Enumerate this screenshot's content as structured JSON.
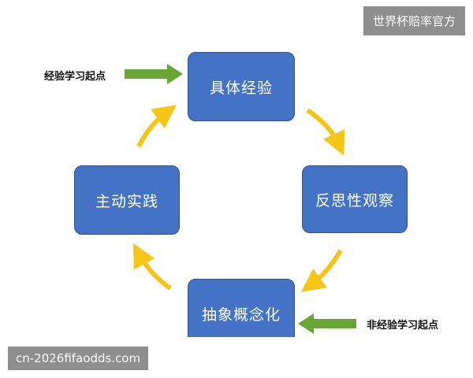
{
  "diagram": {
    "stages": {
      "top": "具体经验",
      "right": "反思性观察",
      "bottom": "抽象概念化",
      "left": "主动实践"
    },
    "start_label": "经验学习起点",
    "alt_start_label": "非经验学习起点"
  },
  "watermarks": {
    "top": "世界杯赔率官方",
    "bottom": "cn-2026fifaodds.com"
  },
  "colors": {
    "box": "#4472c4",
    "cycle_arrow": "#f5c518",
    "entry_arrow": "#6aa636"
  },
  "icons": {
    "cycle_arrows": "curved-arrow-icon",
    "entry_arrows": "right-arrow-icon"
  }
}
